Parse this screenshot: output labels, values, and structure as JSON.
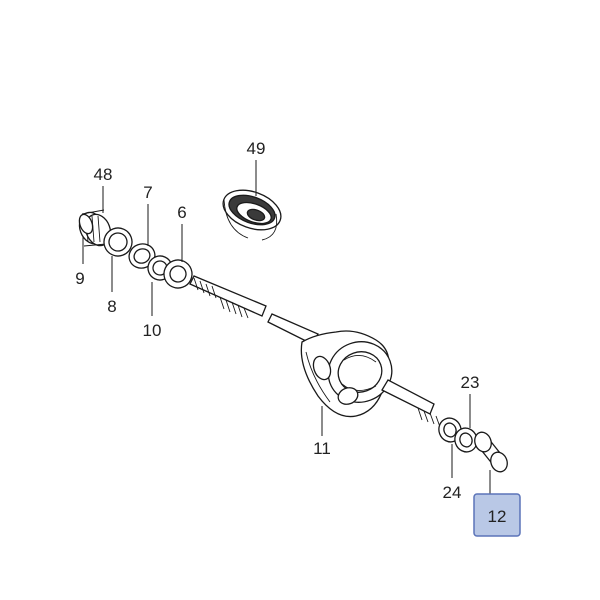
{
  "diagram": {
    "colors": {
      "line": "#1a1a1a",
      "highlight_fill": "#b9c8e6",
      "highlight_stroke": "#5b73b8"
    },
    "callouts": {
      "p49": "49",
      "p48": "48",
      "p7": "7",
      "p6": "6",
      "p9": "9",
      "p8": "8",
      "p10": "10",
      "p11": "11",
      "p23": "23",
      "p24": "24",
      "p12": "12"
    },
    "highlighted_part": "12"
  }
}
